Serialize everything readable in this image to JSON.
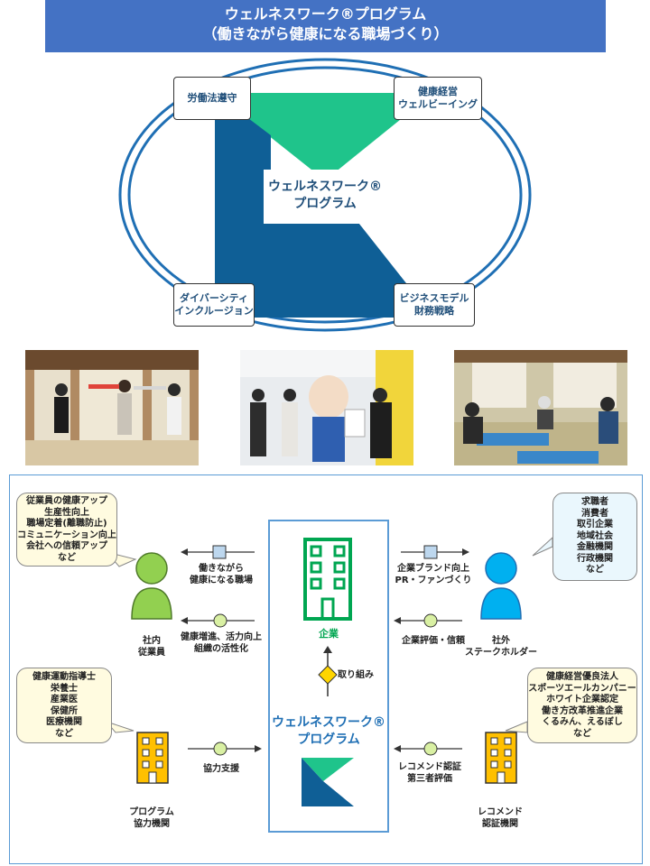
{
  "banner": {
    "line1": "ウェルネスワーク®プログラム",
    "line2": "（働きながら健康になる職場づくり）"
  },
  "hexagon": {
    "top_left": "労働法遵守",
    "top_right_1": "健康経営",
    "top_right_2": "ウェルビーイング",
    "bottom_left_1": "ダイバーシティ",
    "bottom_left_2": "インクルージョン",
    "bottom_right_1": "ビジネスモデル",
    "bottom_right_2": "財務戦略",
    "center_1": "ウェルネスワーク®",
    "center_2": "プログラム"
  },
  "photos": [
    {
      "name": "exercise-photo"
    },
    {
      "name": "certificate-photo"
    },
    {
      "name": "yoga-photo"
    }
  ],
  "diagram": {
    "bubble_tl": [
      "従業員の健康アップ",
      "生産性向上",
      "職場定着(離職防止)",
      "コミュニケーション向上",
      "会社への信頼アップ",
      "など"
    ],
    "bubble_tr": [
      "求職者",
      "消費者",
      "取引企業",
      "地域社会",
      "金融機関",
      "行政機関",
      "など"
    ],
    "bubble_bl": [
      "健康運動指導士",
      "栄養士",
      "産業医",
      "保健所",
      "医療機関",
      "など"
    ],
    "bubble_br": [
      "健康経営優良法人",
      "スポーツエールカンパニー",
      "ホワイト企業認定",
      "働き方改革推進企業",
      "くるみん、えるぼし",
      "など"
    ],
    "arrow_l1": [
      "働きながら",
      "健康になる職場"
    ],
    "arrow_l2": [
      "健康増進、活力向上",
      "組織の活性化"
    ],
    "arrow_r1": [
      "企業ブランド向上",
      "PR・ファンづくり"
    ],
    "arrow_r2": [
      "企業評価・信頼"
    ],
    "arrow_bl": [
      "協力支援"
    ],
    "arrow_br": [
      "レコメンド認証",
      "第三者評価"
    ],
    "employee": [
      "社内",
      "従業員"
    ],
    "stakeholder": [
      "社外",
      "ステークホルダー"
    ],
    "partner": [
      "プログラム",
      "協力機関"
    ],
    "certifier": [
      "レコメンド",
      "認証機関"
    ],
    "company": "企業",
    "effort": "取り組み",
    "program_1": "ウェルネスワーク®",
    "program_2": "プログラム"
  },
  "colors": {
    "banner": "#4472c4",
    "navy": "#1f4e79",
    "brand_blue": "#0f5f96",
    "brand_green": "#1fc48b",
    "person_green": "#92d050",
    "person_blue": "#00b0f0",
    "building_orange": "#ffc000",
    "bubble_fill": "#fffbe0"
  }
}
